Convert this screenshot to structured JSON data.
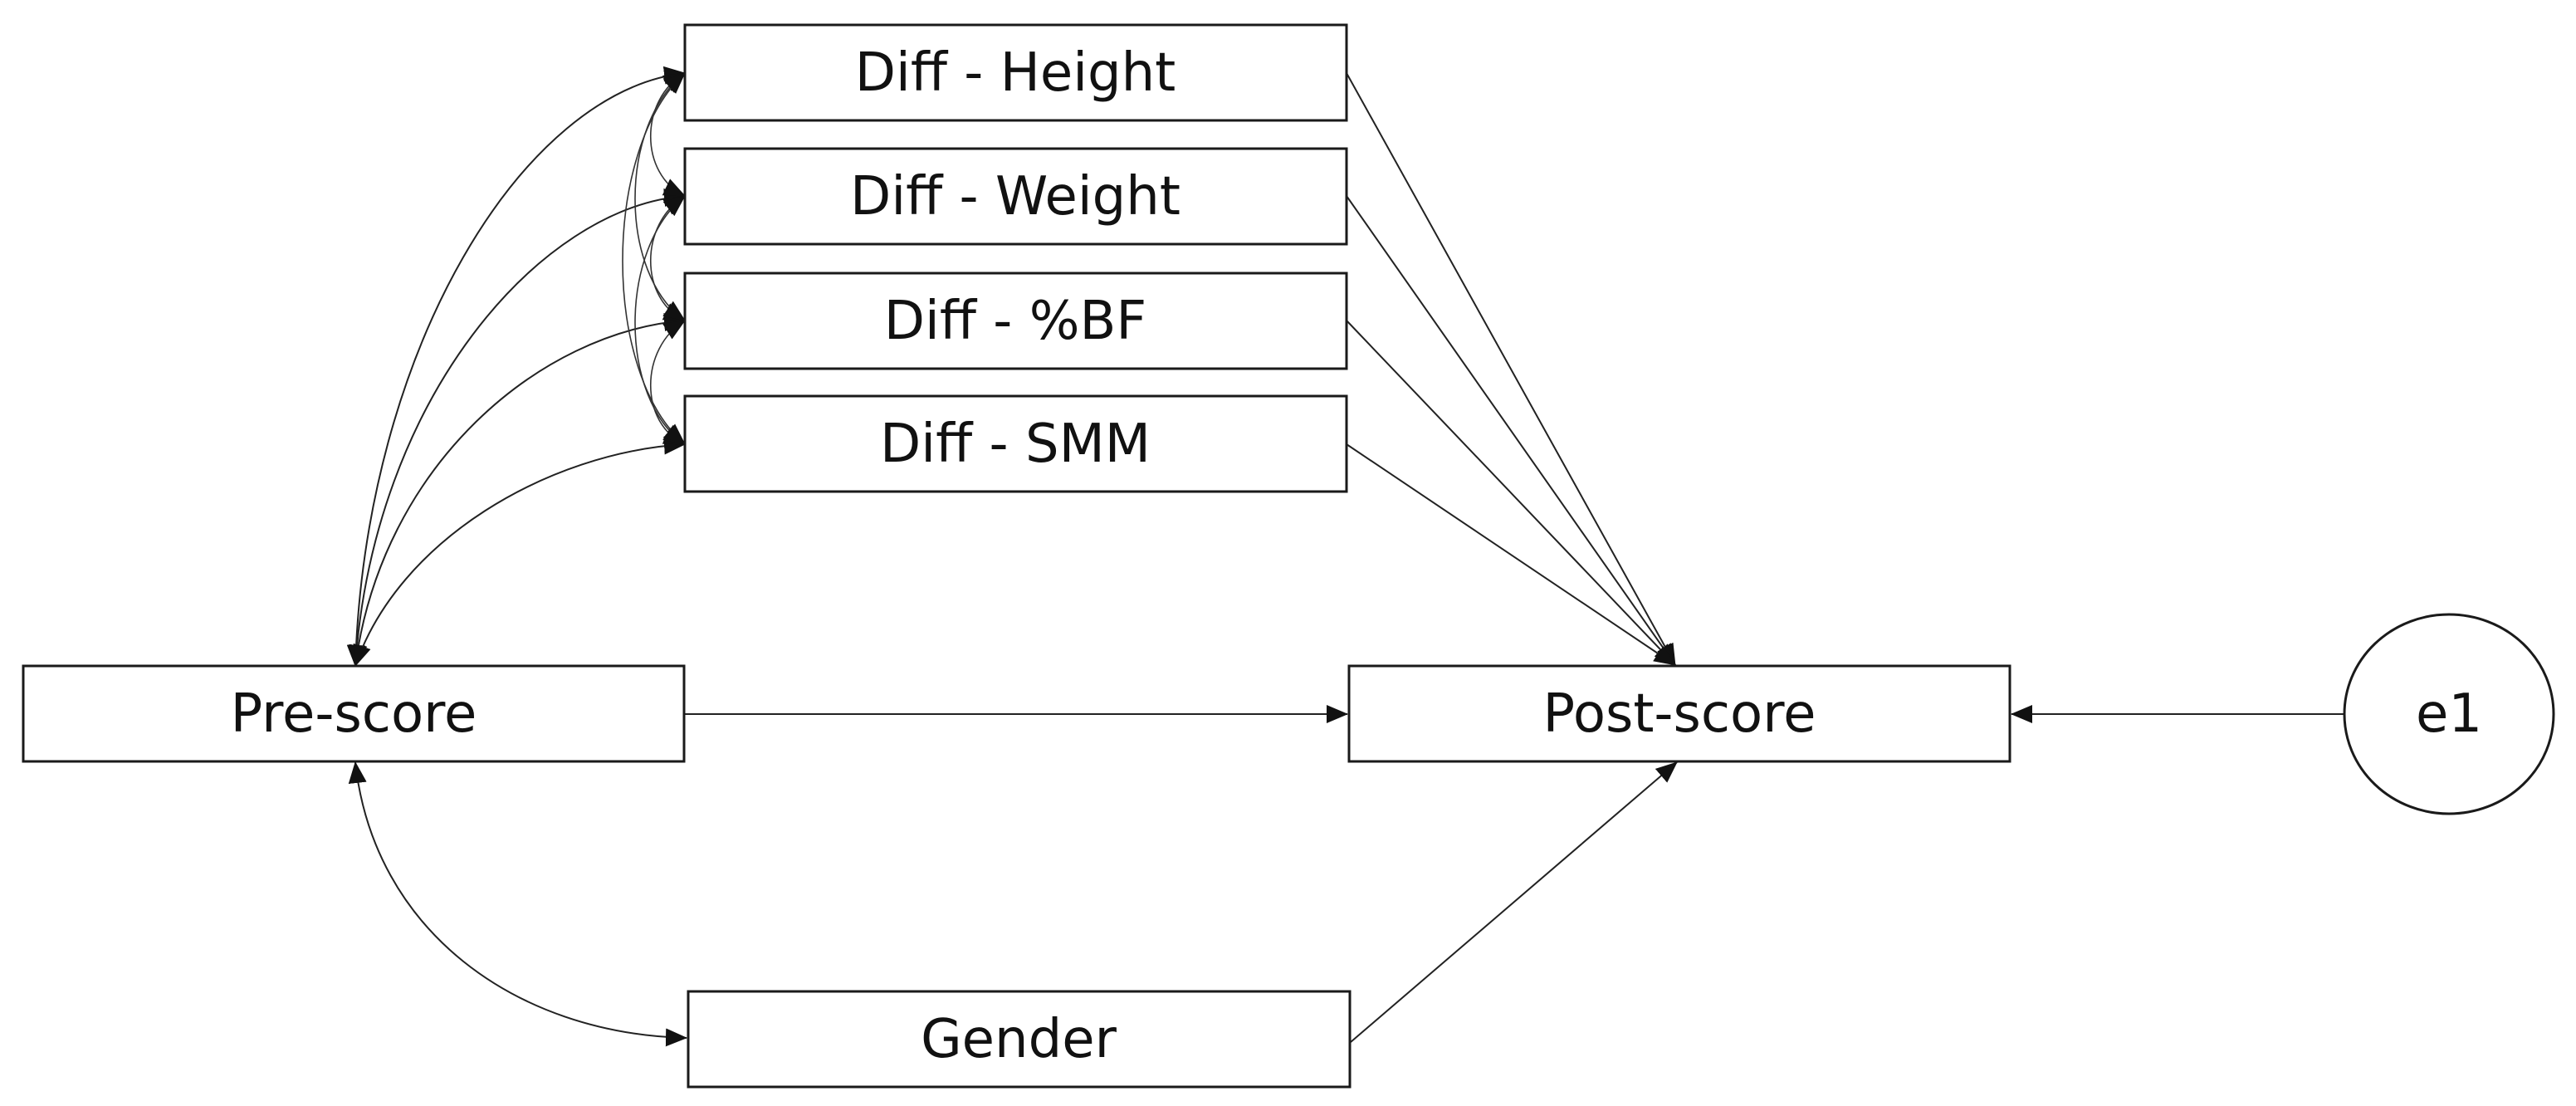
{
  "diagram": {
    "nodes": {
      "diff_height": "Diff - Height",
      "diff_weight": "Diff - Weight",
      "diff_bf": "Diff - %BF",
      "diff_smm": "Diff - SMM",
      "pre_score": "Pre-score",
      "post_score": "Post-score",
      "gender": "Gender",
      "e1": "e1"
    },
    "edges": [
      {
        "from": "diff_height",
        "to": "post_score",
        "type": "directed"
      },
      {
        "from": "diff_weight",
        "to": "post_score",
        "type": "directed"
      },
      {
        "from": "diff_bf",
        "to": "post_score",
        "type": "directed"
      },
      {
        "from": "diff_smm",
        "to": "post_score",
        "type": "directed"
      },
      {
        "from": "pre_score",
        "to": "post_score",
        "type": "directed"
      },
      {
        "from": "gender",
        "to": "post_score",
        "type": "directed"
      },
      {
        "from": "e1",
        "to": "post_score",
        "type": "directed"
      },
      {
        "from": "pre_score",
        "to": "diff_height",
        "type": "covariance"
      },
      {
        "from": "pre_score",
        "to": "diff_weight",
        "type": "covariance"
      },
      {
        "from": "pre_score",
        "to": "diff_bf",
        "type": "covariance"
      },
      {
        "from": "pre_score",
        "to": "diff_smm",
        "type": "covariance"
      },
      {
        "from": "pre_score",
        "to": "gender",
        "type": "covariance"
      },
      {
        "from": "diff_height",
        "to": "diff_weight",
        "type": "covariance"
      },
      {
        "from": "diff_height",
        "to": "diff_bf",
        "type": "covariance"
      },
      {
        "from": "diff_height",
        "to": "diff_smm",
        "type": "covariance"
      },
      {
        "from": "diff_weight",
        "to": "diff_bf",
        "type": "covariance"
      },
      {
        "from": "diff_weight",
        "to": "diff_smm",
        "type": "covariance"
      },
      {
        "from": "diff_bf",
        "to": "diff_smm",
        "type": "covariance"
      }
    ]
  }
}
